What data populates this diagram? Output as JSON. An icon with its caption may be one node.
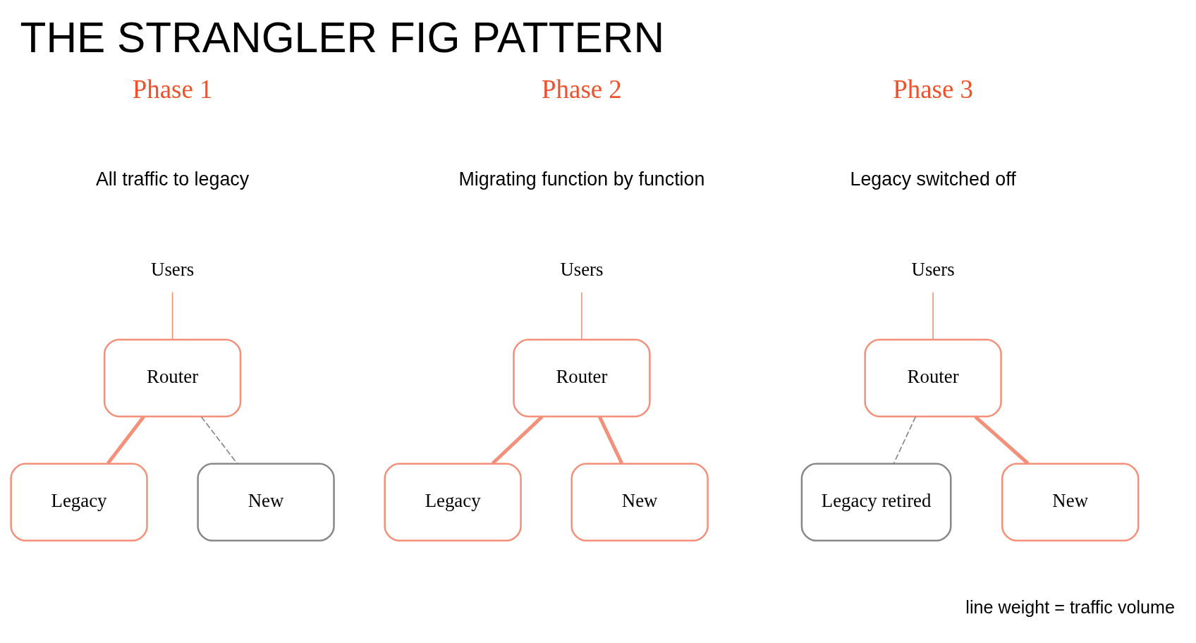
{
  "diagram": {
    "title": "THE STRANGLER FIG PATTERN",
    "nodes": [
      {
        "text": [
          "Users"
        ]
      },
      {
        "text": [
          "Router"
        ]
      },
      {
        "text": [
          "Legacy"
        ]
      },
      {
        "text": [
          "New"
        ]
      },
      {
        "text": [
          "Users"
        ]
      },
      {
        "text": [
          "Router"
        ]
      },
      {
        "text": [
          "Legacy"
        ]
      },
      {
        "text": [
          "New"
        ]
      },
      {
        "text": [
          "Users"
        ]
      },
      {
        "text": [
          "Router"
        ]
      },
      {
        "text": [
          "Legacy retired"
        ]
      },
      {
        "text": [
          "New"
        ]
      }
    ],
    "edges": [
      {
        "from": 0,
        "to": 1,
        "arrow": "none"
      },
      {
        "from": 1,
        "to": 2,
        "arrow": "none",
        "style": "thick"
      },
      {
        "from": 1,
        "to": 3,
        "arrow": "none",
        "style": "dashed",
        "color": "#888888"
      },
      {
        "from": 4,
        "to": 5,
        "arrow": "none"
      },
      {
        "from": 5,
        "to": 6,
        "arrow": "none",
        "style": "thick"
      },
      {
        "from": 5,
        "to": 7,
        "arrow": "none",
        "style": "thick"
      },
      {
        "from": 8,
        "to": 9,
        "arrow": "none"
      },
      {
        "from": 9,
        "to": 10,
        "arrow": "none",
        "style": "dashed",
        "color": "#888888"
      },
      {
        "from": 9,
        "to": 11,
        "arrow": "none",
        "style": "thick"
      }
    ],
    "labels": [
      "Phase 1",
      "Phase 2",
      "Phase 3",
      "All traffic to legacy",
      "Migrating function by function",
      "Legacy switched off",
      "line weight = traffic volume"
    ]
  }
}
